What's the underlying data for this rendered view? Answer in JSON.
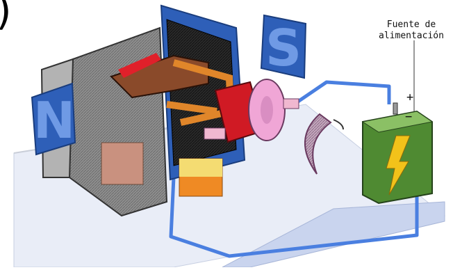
{
  "panel_mark": ")",
  "magnets": {
    "north": "N",
    "south": "S"
  },
  "power_supply": {
    "label_line1": "Fuente de",
    "label_line2": "alimentación",
    "positive": "+",
    "negative": "−"
  },
  "colors": {
    "magnet_blue": "#3a6fc4",
    "armature_red": "#e0202a",
    "commutator_pink": "#f0a6d6",
    "battery_green": "#5e9a3a",
    "lightning_yellow": "#f2c21a",
    "wire_blue": "#4a7fe0",
    "base_light": "#d6dff2"
  }
}
